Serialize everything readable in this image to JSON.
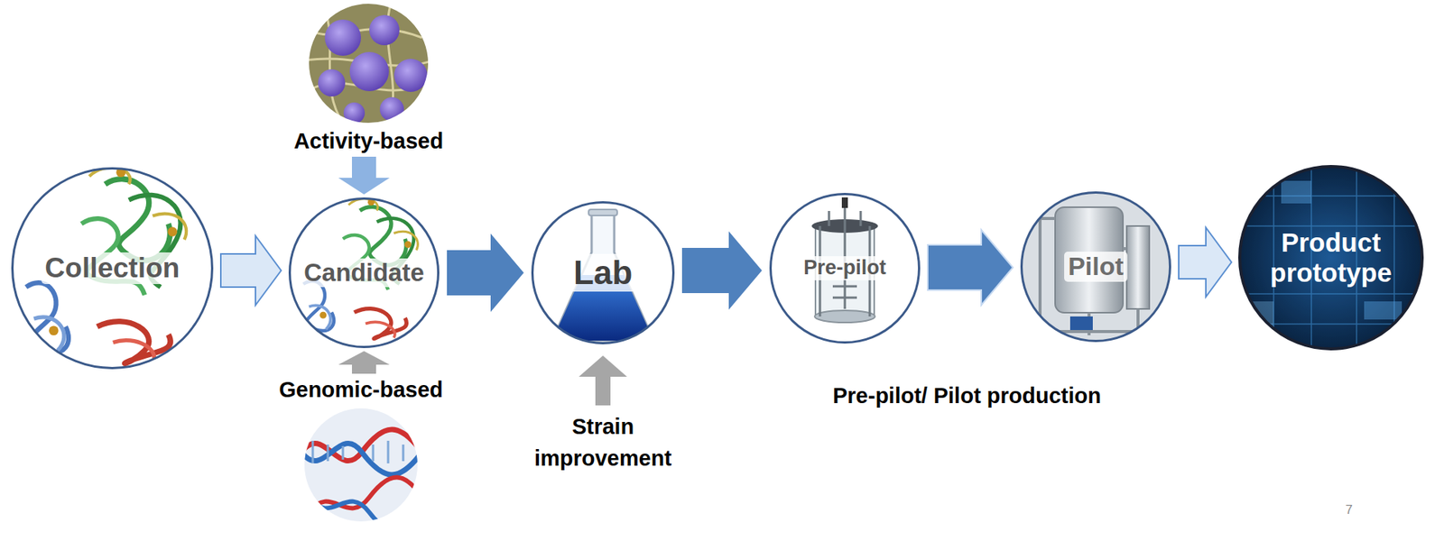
{
  "diagram": {
    "nodes": [
      {
        "text": [
          "Collection"
        ]
      },
      {
        "text": [
          "Activity-based"
        ]
      },
      {
        "text": [
          "Candidate"
        ]
      },
      {
        "text": [
          "Genomic-based"
        ]
      },
      {
        "text": [
          "Lab"
        ]
      },
      {
        "text": [
          "Pre-pilot"
        ]
      },
      {
        "text": [
          "Pilot"
        ]
      },
      {
        "text": [
          "Product prototype"
        ]
      }
    ],
    "edges": [
      {
        "from": 0,
        "to": 2,
        "arrow": "to"
      },
      {
        "from": 1,
        "to": 2,
        "arrow": "to"
      },
      {
        "from": 3,
        "to": 2,
        "arrow": "to"
      },
      {
        "from": 2,
        "to": 4,
        "arrow": "to"
      },
      {
        "from": 4,
        "to": 5,
        "arrow": "to"
      },
      {
        "from": 5,
        "to": 6,
        "arrow": "to"
      },
      {
        "from": 6,
        "to": 7,
        "arrow": "to"
      }
    ],
    "labels": [
      "Strain improvement",
      "Pre-pilot/ Pilot production",
      "7"
    ]
  }
}
